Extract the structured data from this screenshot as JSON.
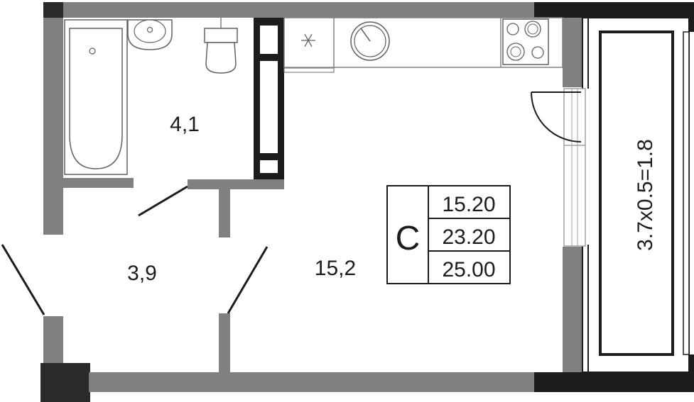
{
  "rooms": {
    "bathroom_area": "4,1",
    "hall_area": "3,9",
    "living_area": "15,2",
    "balcony_label": "3.7x0.5=1.8"
  },
  "summary_box": {
    "code": "C",
    "values": [
      "15.20",
      "23.20",
      "25.00"
    ]
  },
  "icons": {
    "fridge": "snowflake-icon"
  },
  "colors": {
    "wall": "#808080",
    "wall_dark": "#2a2a2a",
    "fixture_line": "#606060",
    "text": "#1c1c1c"
  }
}
